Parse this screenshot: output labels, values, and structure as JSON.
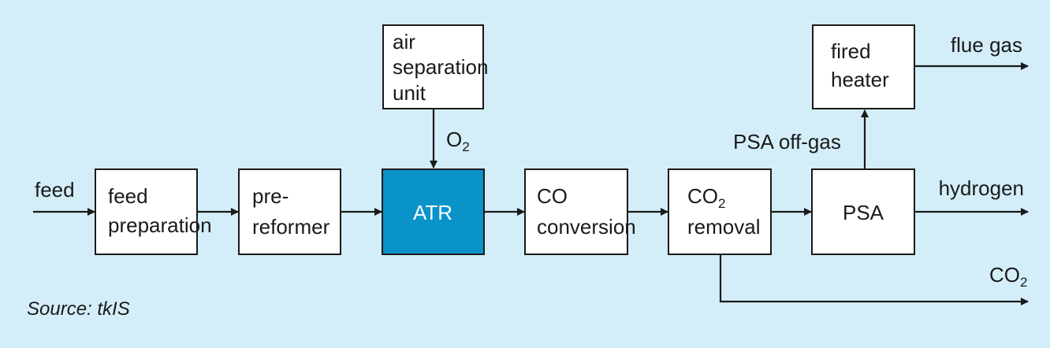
{
  "colors": {
    "background": "#d4eef9",
    "box_fill": "#ffffff",
    "highlight_fill": "#0a93c9",
    "line": "#1a1a1a"
  },
  "boxes": {
    "feed_preparation": [
      "feed",
      "preparation"
    ],
    "pre_reformer": [
      "pre-",
      "reformer"
    ],
    "atr": "ATR",
    "co_conversion": [
      "CO",
      "conversion"
    ],
    "co2_removal": {
      "line1_main": "CO",
      "line1_sub": "2",
      "line2": "removal"
    },
    "psa": "PSA",
    "air_separation_unit": [
      "air",
      "separation",
      "unit"
    ],
    "fired_heater": [
      "fired",
      "heater"
    ]
  },
  "labels": {
    "feed": "feed",
    "o2_main": "O",
    "o2_sub": "2",
    "psa_off_gas": "PSA off-gas",
    "flue_gas": "flue gas",
    "hydrogen": "hydrogen",
    "co2_out_main": "CO",
    "co2_out_sub": "2"
  },
  "source": "Source: tkIS"
}
